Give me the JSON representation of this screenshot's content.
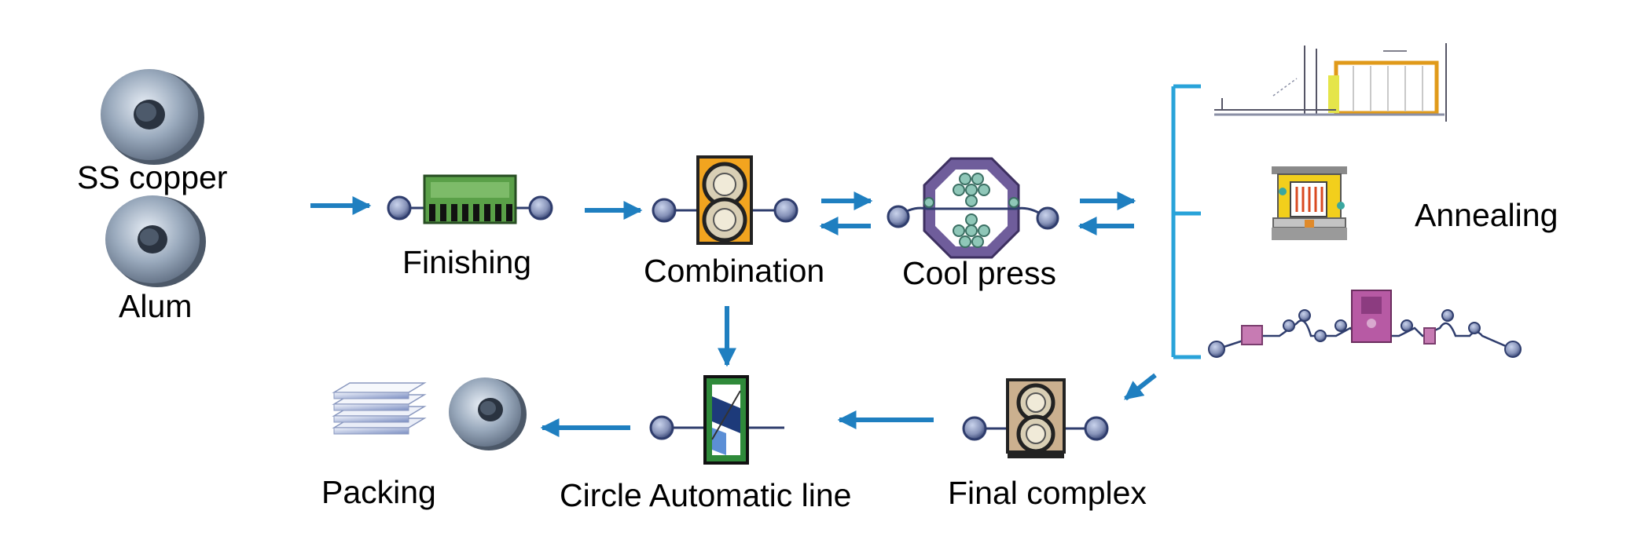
{
  "labels": {
    "ss_copper": "SS copper",
    "alum": "Alum",
    "finishing": "Finishing",
    "combination": "Combination",
    "cool_press": "Cool press",
    "annealing": "Annealing",
    "final_complex": "Final complex",
    "circle_automatic_line": "Circle Automatic line",
    "packing": "Packing"
  },
  "colors": {
    "arrow": "#1f7fc0",
    "bracket": "#29a3d9",
    "roller": "#2f3d6d",
    "finishing_box": "#5aa048",
    "combination_box": "#f2a41f",
    "cool_press_frame": "#6f5d9b",
    "final_box": "#cbb08f",
    "circle_green": "#2f8a3a",
    "annealing_pink": "#b75aa4"
  }
}
